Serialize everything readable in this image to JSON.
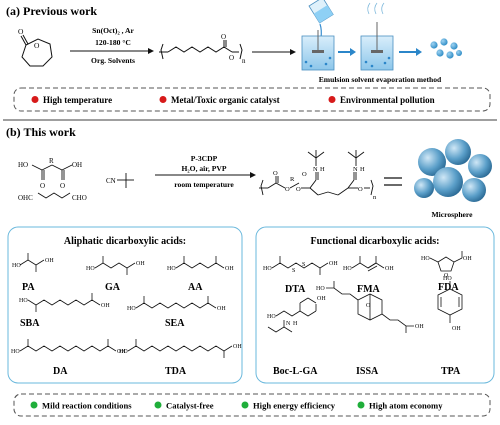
{
  "section_a": {
    "title": "(a) Previous work",
    "conditions": [
      "Sn(Oct)₂ , Ar",
      "120-180 °C",
      "Org. Solvents"
    ],
    "subscript_n": "n",
    "method_label": "Emulsion solvent evaporation method",
    "drawbacks": [
      {
        "label": "High temperature",
        "color": "#d71a1a"
      },
      {
        "label": "Metal/Toxic organic catalyst",
        "color": "#d71a1a"
      },
      {
        "label": "Environmental pollution",
        "color": "#d71a1a"
      }
    ]
  },
  "section_b": {
    "title": "(b) This work",
    "conditions": [
      "P-3CDP",
      "H₂O, air, PVP",
      "room temperature"
    ],
    "subscript_n": "n",
    "product_label": "Microsphere",
    "reagent_labels": {
      "r_group": "R",
      "ohc": "OHC",
      "cho": "CHO",
      "cn": "CN"
    },
    "aliphatic": {
      "title": "Aliphatic dicarboxylic acids:",
      "acids": [
        "PA",
        "GA",
        "AA",
        "SBA",
        "SEA",
        "DA",
        "TDA"
      ]
    },
    "functional": {
      "title": "Functional dicarboxylic acids:",
      "acids": [
        "DTA",
        "FMA",
        "FDA",
        "Boc-L-GA",
        "ISSA",
        "TPA"
      ]
    },
    "benefits": [
      {
        "label": "Mild reaction conditions",
        "color": "#1fae3a"
      },
      {
        "label": "Catalyst-free",
        "color": "#1fae3a"
      },
      {
        "label": "High energy efficiency",
        "color": "#1fae3a"
      },
      {
        "label": "High atom economy",
        "color": "#1fae3a"
      }
    ]
  },
  "atoms": {
    "O": "O",
    "OH": "OH",
    "HO": "HO",
    "H": "H",
    "N": "N",
    "S": "S"
  }
}
